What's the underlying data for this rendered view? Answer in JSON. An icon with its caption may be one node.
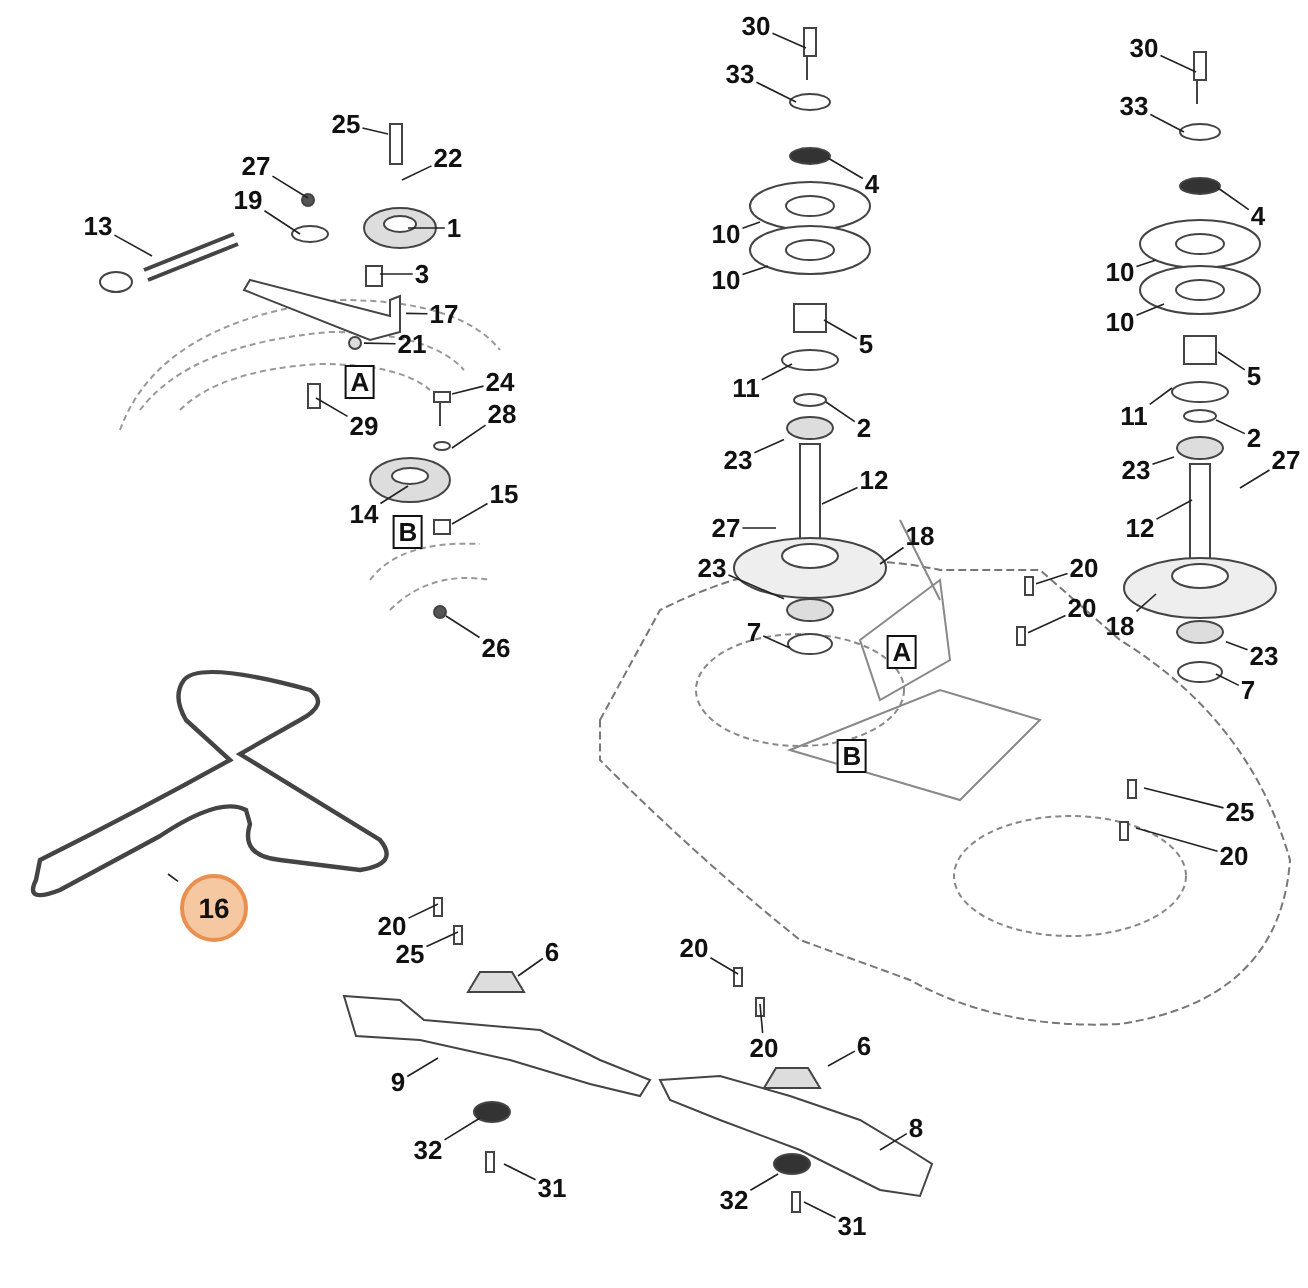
{
  "diagram": {
    "nodes": [
      {
        "text": [
          "25"
        ]
      },
      {
        "text": [
          "22"
        ]
      },
      {
        "text": [
          "27"
        ]
      },
      {
        "text": [
          "19"
        ]
      },
      {
        "text": [
          "1"
        ]
      },
      {
        "text": [
          "13"
        ]
      },
      {
        "text": [
          "3"
        ]
      },
      {
        "text": [
          "17"
        ]
      },
      {
        "text": [
          "21"
        ]
      },
      {
        "text": [
          "A"
        ]
      },
      {
        "text": [
          "29"
        ]
      },
      {
        "text": [
          "24"
        ]
      },
      {
        "text": [
          "28"
        ]
      },
      {
        "text": [
          "14"
        ]
      },
      {
        "text": [
          "15"
        ]
      },
      {
        "text": [
          "B"
        ]
      },
      {
        "text": [
          "26"
        ]
      },
      {
        "text": [
          "30"
        ]
      },
      {
        "text": [
          "33"
        ]
      },
      {
        "text": [
          "4"
        ]
      },
      {
        "text": [
          "10"
        ]
      },
      {
        "text": [
          "10"
        ]
      },
      {
        "text": [
          "5"
        ]
      },
      {
        "text": [
          "11"
        ]
      },
      {
        "text": [
          "2"
        ]
      },
      {
        "text": [
          "23"
        ]
      },
      {
        "text": [
          "12"
        ]
      },
      {
        "text": [
          "27"
        ]
      },
      {
        "text": [
          "18"
        ]
      },
      {
        "text": [
          "23"
        ]
      },
      {
        "text": [
          "7"
        ]
      },
      {
        "text": [
          "A"
        ]
      },
      {
        "text": [
          "20"
        ]
      },
      {
        "text": [
          "20"
        ]
      },
      {
        "text": [
          "B"
        ]
      },
      {
        "text": [
          "30"
        ]
      },
      {
        "text": [
          "33"
        ]
      },
      {
        "text": [
          "4"
        ]
      },
      {
        "text": [
          "10"
        ]
      },
      {
        "text": [
          "10"
        ]
      },
      {
        "text": [
          "5"
        ]
      },
      {
        "text": [
          "11"
        ]
      },
      {
        "text": [
          "2"
        ]
      },
      {
        "text": [
          "23"
        ]
      },
      {
        "text": [
          "27"
        ]
      },
      {
        "text": [
          "12"
        ]
      },
      {
        "text": [
          "18"
        ]
      },
      {
        "text": [
          "23"
        ]
      },
      {
        "text": [
          "7"
        ]
      },
      {
        "text": [
          "25"
        ]
      },
      {
        "text": [
          "20"
        ]
      },
      {
        "text": [
          "16"
        ]
      },
      {
        "text": [
          "20"
        ]
      },
      {
        "text": [
          "25"
        ]
      },
      {
        "text": [
          "6"
        ]
      },
      {
        "text": [
          "9"
        ]
      },
      {
        "text": [
          "32"
        ]
      },
      {
        "text": [
          "31"
        ]
      },
      {
        "text": [
          "20"
        ]
      },
      {
        "text": [
          "20"
        ]
      },
      {
        "text": [
          "6"
        ]
      },
      {
        "text": [
          "8"
        ]
      },
      {
        "text": [
          "32"
        ]
      },
      {
        "text": [
          "31"
        ]
      },
      {
        "text": [],
        "shape": "circle"
      },
      {
        "text": [],
        "shape": "circle"
      },
      {
        "text": [],
        "shape": "circle"
      },
      {
        "text": [],
        "shape": "circle"
      },
      {
        "text": [],
        "shape": "picture"
      },
      {
        "text": [],
        "shape": "box"
      },
      {
        "text": [],
        "shape": "box"
      },
      {
        "text": [],
        "shape": "circle"
      }
    ],
    "edges": [
      {
        "from": 0,
        "to": null,
        "arrow": "none"
      },
      {
        "from": 1,
        "to": null,
        "arrow": "none"
      },
      {
        "from": 2,
        "to": null,
        "arrow": "none"
      },
      {
        "from": 3,
        "to": null,
        "arrow": "none"
      },
      {
        "from": 4,
        "to": null,
        "arrow": "none"
      },
      {
        "from": 5,
        "to": null,
        "arrow": "none"
      },
      {
        "from": 6,
        "to": null,
        "arrow": "none"
      },
      {
        "from": 7,
        "to": 68,
        "arrow": "none"
      },
      {
        "from": 8,
        "to": 71,
        "arrow": "none"
      },
      {
        "from": 10,
        "to": null,
        "arrow": "none"
      },
      {
        "from": 11,
        "to": null,
        "arrow": "none"
      },
      {
        "from": 12,
        "to": null,
        "arrow": "none"
      },
      {
        "from": 13,
        "to": null,
        "arrow": "none"
      },
      {
        "from": 14,
        "to": null,
        "arrow": "none"
      },
      {
        "from": 16,
        "to": null,
        "arrow": "none"
      },
      {
        "from": 17,
        "to": null,
        "arrow": "none"
      },
      {
        "from": 18,
        "to": null,
        "arrow": "none"
      },
      {
        "from": 19,
        "to": null,
        "arrow": "none"
      },
      {
        "from": 20,
        "to": null,
        "arrow": "none"
      },
      {
        "from": 21,
        "to": null,
        "arrow": "none"
      },
      {
        "from": 22,
        "to": null,
        "arrow": "none"
      },
      {
        "from": 23,
        "to": null,
        "arrow": "none"
      },
      {
        "from": 24,
        "to": null,
        "arrow": "none"
      },
      {
        "from": 25,
        "to": 64,
        "arrow": "none"
      },
      {
        "from": 26,
        "to": null,
        "arrow": "none"
      },
      {
        "from": 27,
        "to": null,
        "arrow": "none"
      },
      {
        "from": 28,
        "to": null,
        "arrow": "none"
      },
      {
        "from": 29,
        "to": 65,
        "arrow": "none"
      },
      {
        "from": 30,
        "to": null,
        "arrow": "none"
      },
      {
        "from": 32,
        "to": 69,
        "arrow": "none"
      },
      {
        "from": 33,
        "to": 70,
        "arrow": "none"
      },
      {
        "from": 35,
        "to": null,
        "arrow": "none"
      },
      {
        "from": 36,
        "to": null,
        "arrow": "none"
      },
      {
        "from": 37,
        "to": null,
        "arrow": "none"
      },
      {
        "from": 38,
        "to": null,
        "arrow": "none"
      },
      {
        "from": 39,
        "to": null,
        "arrow": "none"
      },
      {
        "from": 40,
        "to": null,
        "arrow": "none"
      },
      {
        "from": 41,
        "to": null,
        "arrow": "none"
      },
      {
        "from": 42,
        "to": null,
        "arrow": "none"
      },
      {
        "from": 43,
        "to": 66,
        "arrow": "none"
      },
      {
        "from": 44,
        "to": null,
        "arrow": "none"
      },
      {
        "from": 45,
        "to": null,
        "arrow": "none"
      },
      {
        "from": 46,
        "to": null,
        "arrow": "none"
      },
      {
        "from": 47,
        "to": 67,
        "arrow": "none"
      },
      {
        "from": 48,
        "to": null,
        "arrow": "none"
      },
      {
        "from": 49,
        "to": null,
        "arrow": "none"
      },
      {
        "from": 50,
        "to": null,
        "arrow": "none"
      },
      {
        "from": 51,
        "to": null,
        "arrow": "none"
      },
      {
        "from": 52,
        "to": null,
        "arrow": "none"
      },
      {
        "from": 53,
        "to": null,
        "arrow": "none"
      },
      {
        "from": 54,
        "to": null,
        "arrow": "none"
      },
      {
        "from": 55,
        "to": null,
        "arrow": "none"
      },
      {
        "from": 56,
        "to": null,
        "arrow": "none"
      },
      {
        "from": 57,
        "to": null,
        "arrow": "none"
      },
      {
        "from": 58,
        "to": null,
        "arrow": "none"
      },
      {
        "from": 59,
        "to": null,
        "arrow": "none"
      },
      {
        "from": 60,
        "to": null,
        "arrow": "none"
      },
      {
        "from": 61,
        "to": null,
        "arrow": "none"
      },
      {
        "from": 62,
        "to": null,
        "arrow": "none"
      },
      {
        "from": 63,
        "to": null,
        "arrow": "none"
      }
    ]
  }
}
